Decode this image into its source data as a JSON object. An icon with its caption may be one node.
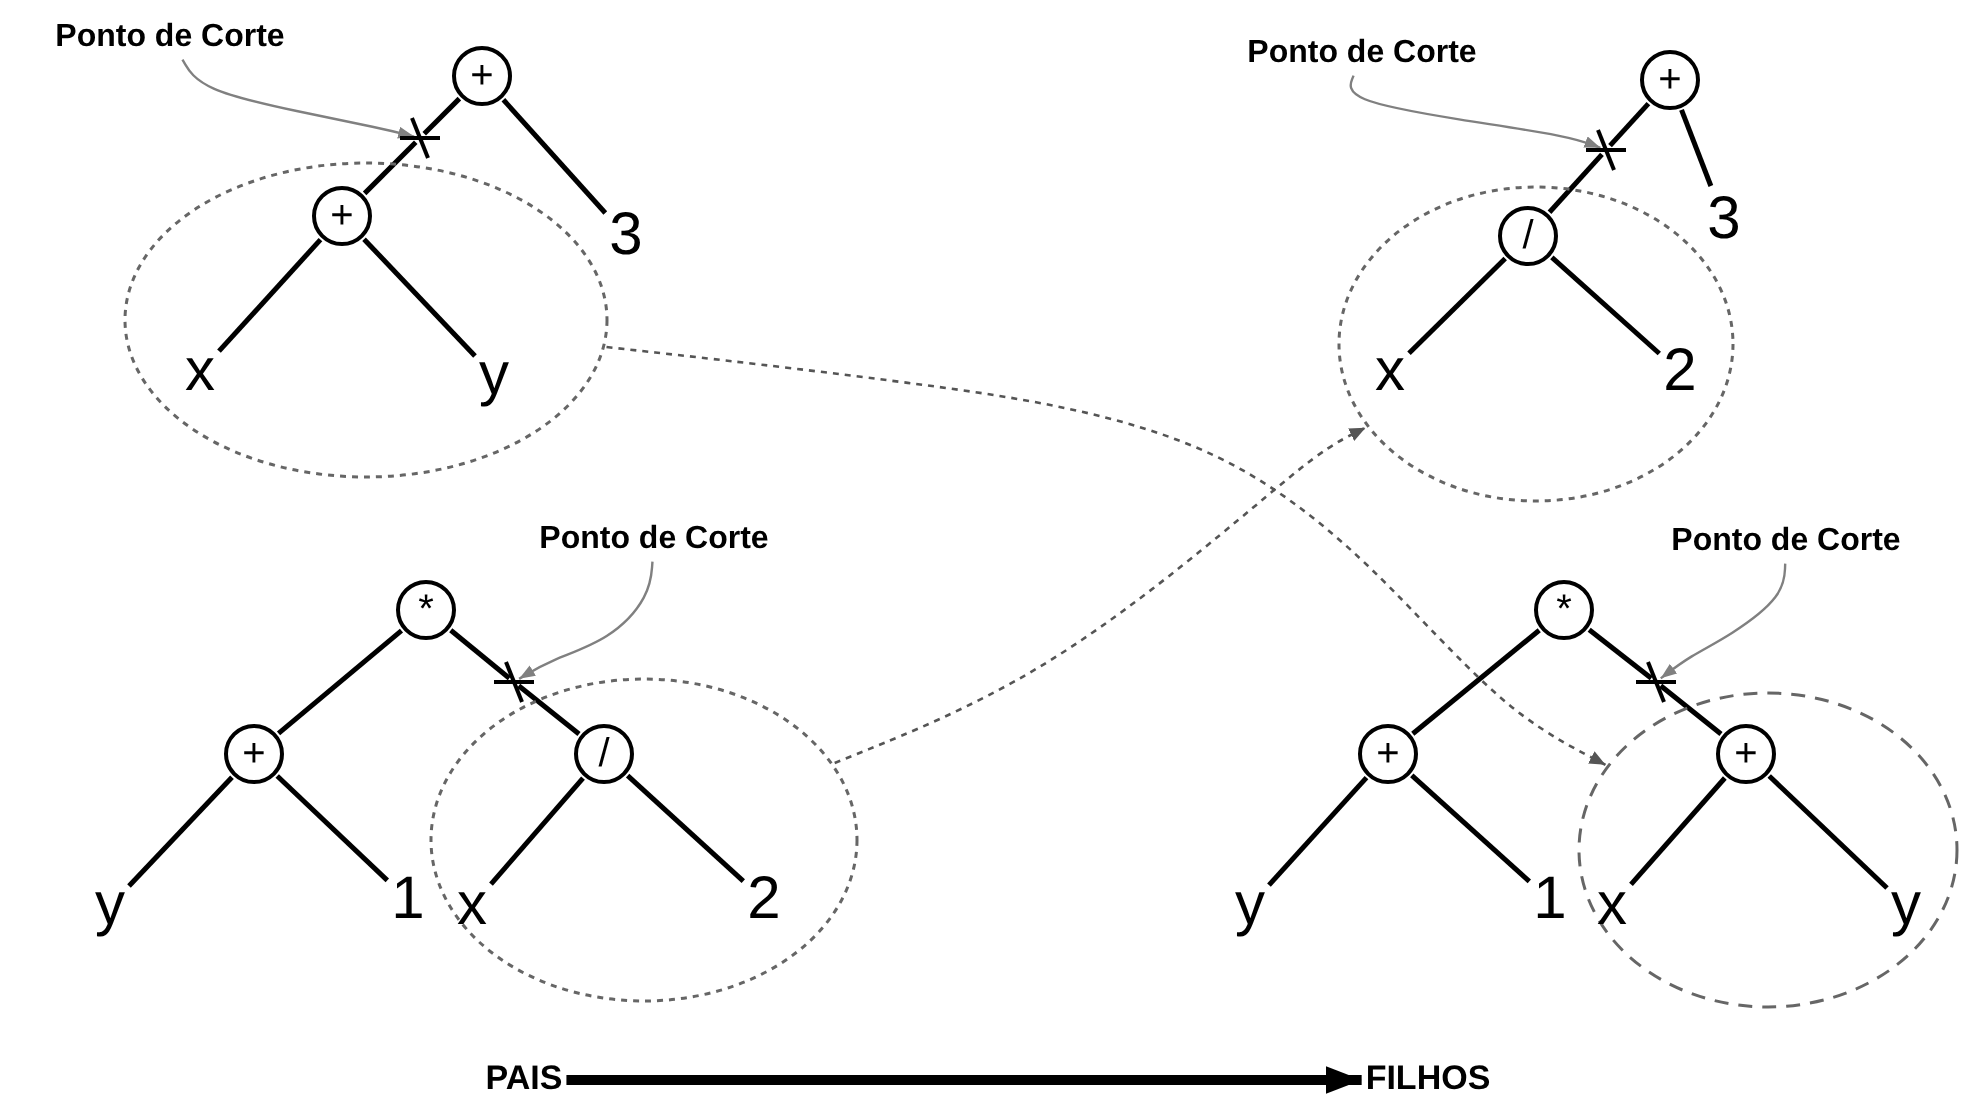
{
  "diagram": {
    "nodes": [
      {
        "text": [
          "Ponto de Corte"
        ]
      },
      {
        "text": [
          "+"
        ]
      },
      {
        "text": [],
        "shape": "cross"
      },
      {
        "text": [],
        "shape": "ellipse"
      },
      {
        "text": [
          "+"
        ],
        "in": 3
      },
      {
        "text": [
          "3"
        ]
      },
      {
        "text": [
          "x"
        ],
        "in": 3
      },
      {
        "text": [
          "y"
        ],
        "in": 3
      },
      {
        "text": [
          "Ponto de Corte"
        ]
      },
      {
        "text": [
          "+"
        ]
      },
      {
        "text": [],
        "shape": "cross"
      },
      {
        "text": [],
        "shape": "ellipse"
      },
      {
        "text": [
          "/"
        ],
        "in": 11
      },
      {
        "text": [
          "3"
        ]
      },
      {
        "text": [
          "x"
        ],
        "in": 11
      },
      {
        "text": [
          "2"
        ],
        "in": 11
      },
      {
        "text": [
          "Ponto de Corte"
        ]
      },
      {
        "text": [
          "*"
        ]
      },
      {
        "text": [],
        "shape": "cross"
      },
      {
        "text": [
          "+"
        ]
      },
      {
        "text": [],
        "shape": "ellipse"
      },
      {
        "text": [
          "/"
        ],
        "in": 20
      },
      {
        "text": [
          "y"
        ]
      },
      {
        "text": [
          "1"
        ]
      },
      {
        "text": [
          "x"
        ],
        "in": 20
      },
      {
        "text": [
          "2"
        ],
        "in": 20
      },
      {
        "text": [
          "Ponto de Corte"
        ]
      },
      {
        "text": [
          "*"
        ]
      },
      {
        "text": [],
        "shape": "cross"
      },
      {
        "text": [
          "+"
        ]
      },
      {
        "text": [],
        "shape": "ellipse"
      },
      {
        "text": [
          "+"
        ],
        "in": 30
      },
      {
        "text": [
          "y"
        ]
      },
      {
        "text": [
          "1"
        ]
      },
      {
        "text": [
          "x"
        ],
        "in": 30
      },
      {
        "text": [
          "y"
        ],
        "in": 30
      },
      {
        "text": [
          "PAIS"
        ]
      },
      {
        "text": [
          "FILHOS"
        ]
      }
    ],
    "edges": [
      {
        "from": 1,
        "to": 2,
        "arrow": "none"
      },
      {
        "from": 2,
        "to": 4,
        "arrow": "none"
      },
      {
        "from": 1,
        "to": 5,
        "arrow": "none"
      },
      {
        "from": 4,
        "to": 6,
        "arrow": "none"
      },
      {
        "from": 4,
        "to": 7,
        "arrow": "none"
      },
      {
        "from": 9,
        "to": 10,
        "arrow": "none"
      },
      {
        "from": 10,
        "to": 12,
        "arrow": "none"
      },
      {
        "from": 9,
        "to": 13,
        "arrow": "none"
      },
      {
        "from": 12,
        "to": 14,
        "arrow": "none"
      },
      {
        "from": 12,
        "to": 15,
        "arrow": "none"
      },
      {
        "from": 17,
        "to": 19,
        "arrow": "none"
      },
      {
        "from": 17,
        "to": 18,
        "arrow": "none"
      },
      {
        "from": 18,
        "to": 21,
        "arrow": "none"
      },
      {
        "from": 19,
        "to": 22,
        "arrow": "none"
      },
      {
        "from": 19,
        "to": 23,
        "arrow": "none"
      },
      {
        "from": 21,
        "to": 24,
        "arrow": "none"
      },
      {
        "from": 21,
        "to": 25,
        "arrow": "none"
      },
      {
        "from": 27,
        "to": 29,
        "arrow": "none"
      },
      {
        "from": 27,
        "to": 28,
        "arrow": "none"
      },
      {
        "from": 28,
        "to": 31,
        "arrow": "none"
      },
      {
        "from": 29,
        "to": 32,
        "arrow": "none"
      },
      {
        "from": 29,
        "to": 33,
        "arrow": "none"
      },
      {
        "from": 31,
        "to": 34,
        "arrow": "none"
      },
      {
        "from": 31,
        "to": 35,
        "arrow": "none"
      },
      {
        "from": 0,
        "to": 2,
        "arrow": "to",
        "color": "#808080"
      },
      {
        "from": 8,
        "to": 10,
        "arrow": "to",
        "color": "#808080"
      },
      {
        "from": 16,
        "to": 18,
        "arrow": "to",
        "color": "#808080"
      },
      {
        "from": 26,
        "to": 28,
        "arrow": "to",
        "color": "#808080"
      },
      {
        "from": 3,
        "to": 30,
        "arrow": "to",
        "style": "dashed",
        "color": "#555555"
      },
      {
        "from": 20,
        "to": 11,
        "arrow": "to",
        "style": "dashed",
        "color": "#555555"
      },
      {
        "from": 36,
        "to": 37,
        "arrow": "to",
        "style": "thick"
      }
    ]
  }
}
